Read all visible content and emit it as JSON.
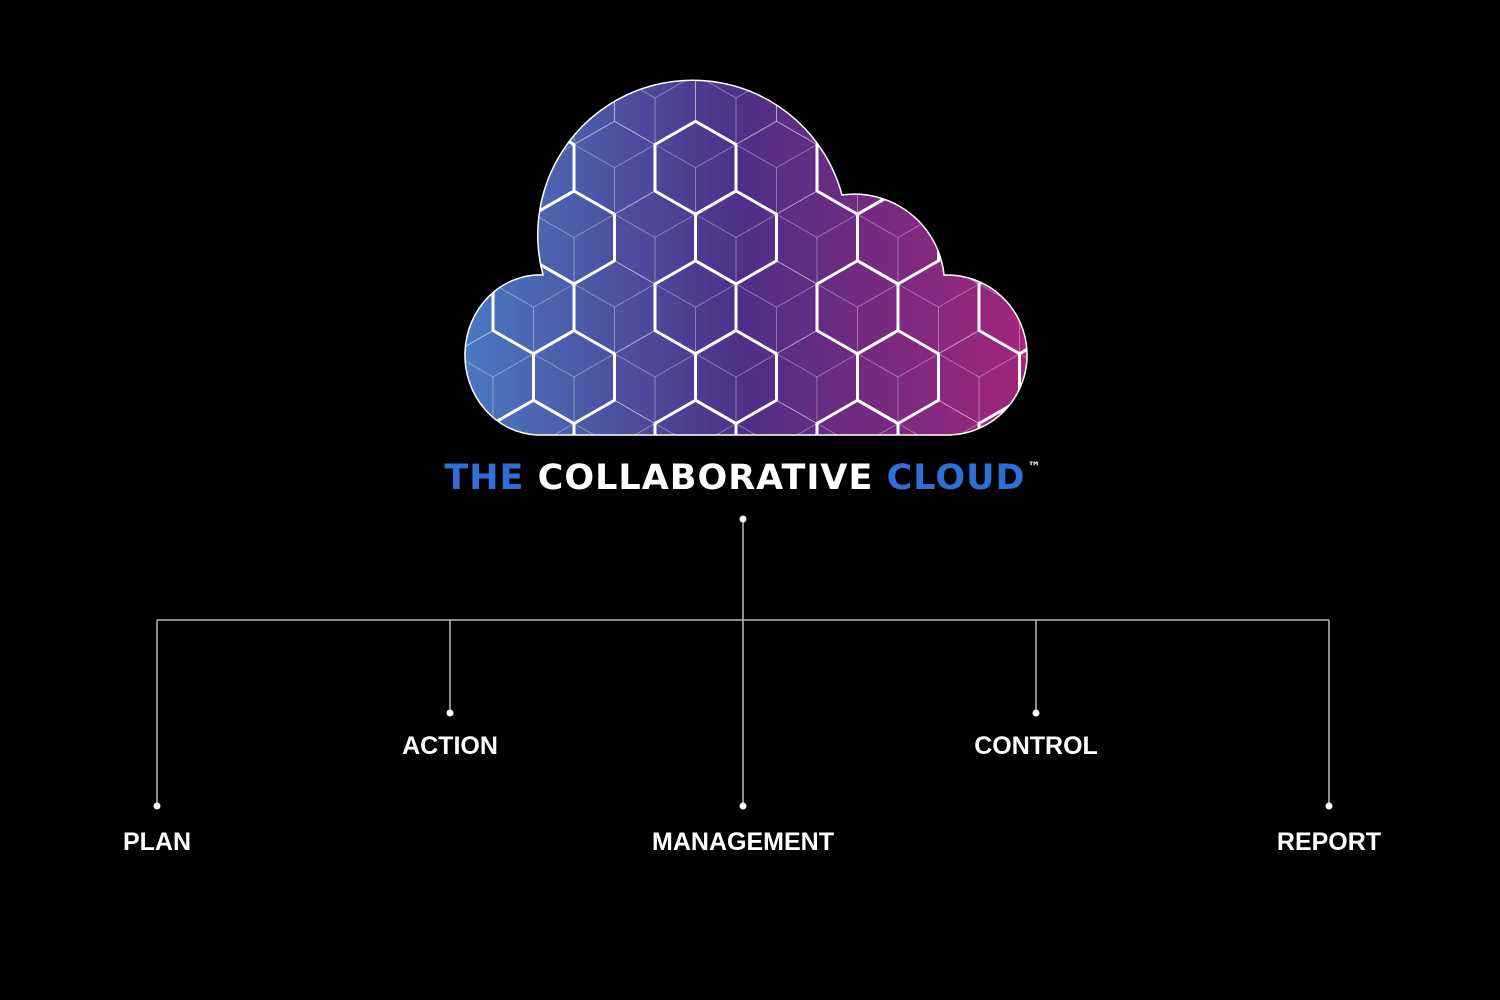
{
  "title": {
    "word1": "THE",
    "word2": "COLLABORATIVE",
    "word3": "CLOUD",
    "trademark": "™"
  },
  "nodes": [
    {
      "id": "plan",
      "label": "PLAN"
    },
    {
      "id": "action",
      "label": "ACTION"
    },
    {
      "id": "management",
      "label": "MANAGEMENT"
    },
    {
      "id": "control",
      "label": "CONTROL"
    },
    {
      "id": "report",
      "label": "REPORT"
    }
  ],
  "colors": {
    "background": "#000000",
    "title_accent": "#2f6fd8",
    "text": "#ffffff",
    "connector": "#bbbbbb",
    "cloud_gradient_start": "#4a79c2",
    "cloud_gradient_mid": "#4f2f86",
    "cloud_gradient_end": "#a3257a"
  },
  "icons": [
    "cloud-icon"
  ]
}
